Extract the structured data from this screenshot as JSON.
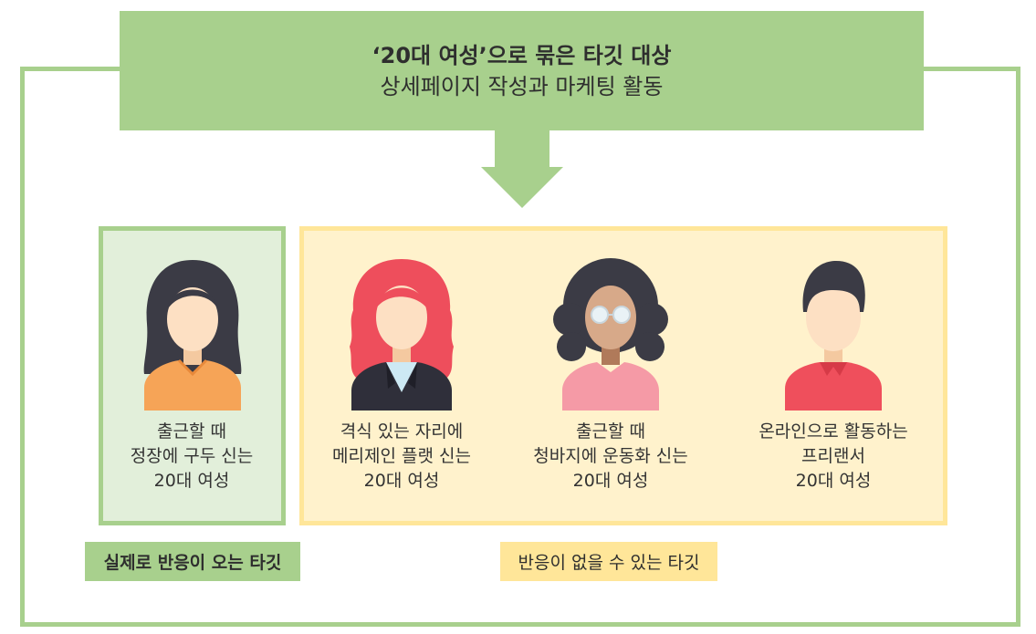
{
  "header": {
    "title": "‘20대 여성’으로 묶은 타깃 대상",
    "subtitle": "상세페이지 작성과 마케팅 활동"
  },
  "colors": {
    "green": "#a8d08d",
    "light_green": "#e2efda",
    "yellow": "#ffe699",
    "light_yellow": "#fff2cc"
  },
  "personas": [
    {
      "icon": "woman-dark-hair-icon",
      "line1": "출근할 때",
      "line2": "정장에 구두 신는",
      "line3": "20대 여성"
    },
    {
      "icon": "woman-red-curly-hair-icon",
      "line1": "격식 있는 자리에",
      "line2": "메리제인 플랫 신는",
      "line3": "20대 여성"
    },
    {
      "icon": "woman-curly-hair-glasses-icon",
      "line1": "출근할 때",
      "line2": "청바지에 운동화 신는",
      "line3": "20대 여성"
    },
    {
      "icon": "person-short-hair-icon",
      "line1": "온라인으로 활동하는",
      "line2": "프리랜서",
      "line3": "20대 여성"
    }
  ],
  "tags": {
    "responsive": "실제로 반응이 오는 타깃",
    "unresponsive": "반응이 없을 수 있는 타깃"
  }
}
